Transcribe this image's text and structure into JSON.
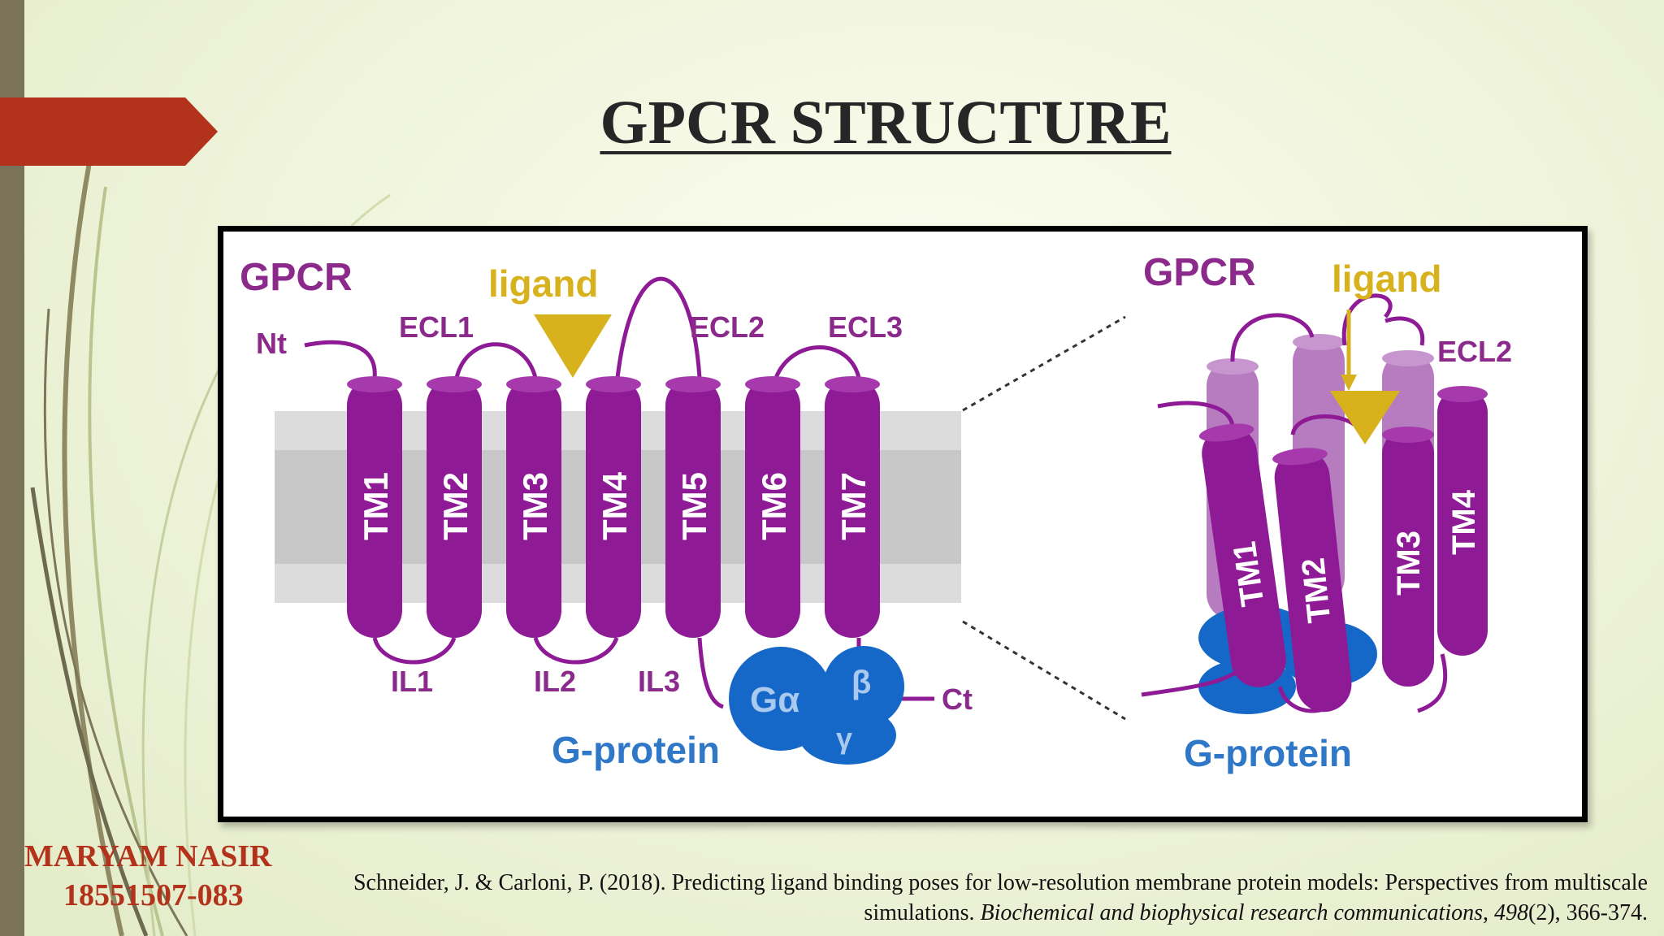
{
  "slide": {
    "title": "GPCR STRUCTURE",
    "accent_color": "#b3321c",
    "bar_color": "#7a7259"
  },
  "diagram": {
    "left_panel": {
      "gpcr_label": "GPCR",
      "ligand_label": "ligand",
      "nt_label": "Nt",
      "ct_label": "Ct",
      "helices": [
        "TM1",
        "TM2",
        "TM3",
        "TM4",
        "TM5",
        "TM6",
        "TM7"
      ],
      "extracellular_loops": [
        "ECL1",
        "ECL2",
        "ECL3"
      ],
      "intracellular_loops": [
        "IL1",
        "IL2",
        "IL3"
      ],
      "g_protein_label": "G-protein",
      "g_alpha": "Gα",
      "g_beta": "β",
      "g_gamma": "γ"
    },
    "right_panel": {
      "gpcr_label": "GPCR",
      "ligand_label": "ligand",
      "ecl2_label": "ECL2",
      "helices": [
        "TM1",
        "TM2",
        "TM3",
        "TM4"
      ],
      "g_protein_label": "G-protein"
    },
    "colors": {
      "helix": "#8e1a96",
      "helix_faded": "#b77bc0",
      "ligand": "#d8b21c",
      "g_protein": "#1568c8",
      "membrane": "#d3d3d3"
    }
  },
  "footer": {
    "author_name": "MARYAM NASIR",
    "author_id": "18551507-083",
    "citation_part1": "Schneider, J. & Carloni, P. (2018). Predicting ligand binding poses for low-resolution membrane protein models: Perspectives from multiscale",
    "citation_part2": "simulations. ",
    "citation_journal": "Biochemical and biophysical research communications",
    "citation_sep": ", ",
    "citation_volume": "498",
    "citation_rest": "(2), 366-374."
  }
}
